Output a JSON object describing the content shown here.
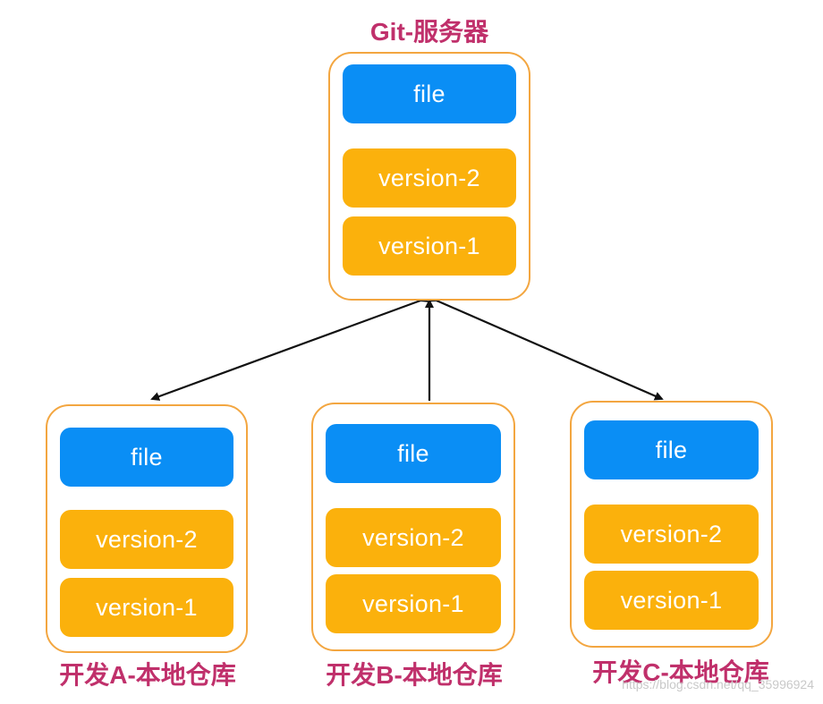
{
  "server": {
    "title": "Git-服务器",
    "file_label": "file",
    "v2_label": "version-2",
    "v1_label": "version-1"
  },
  "clients": [
    {
      "title": "开发A-本地仓库",
      "file_label": "file",
      "v2_label": "version-2",
      "v1_label": "version-1"
    },
    {
      "title": "开发B-本地仓库",
      "file_label": "file",
      "v2_label": "version-2",
      "v1_label": "version-1"
    },
    {
      "title": "开发C-本地仓库",
      "file_label": "file",
      "v2_label": "version-2",
      "v1_label": "version-1"
    }
  ],
  "watermark": "https://blog.csdn.net/qq_35996924",
  "colors": {
    "file": "#0a8ef5",
    "version": "#fbb10c",
    "repo_border": "#f3a640",
    "title": "#c0306b",
    "arrow": "#111111"
  }
}
